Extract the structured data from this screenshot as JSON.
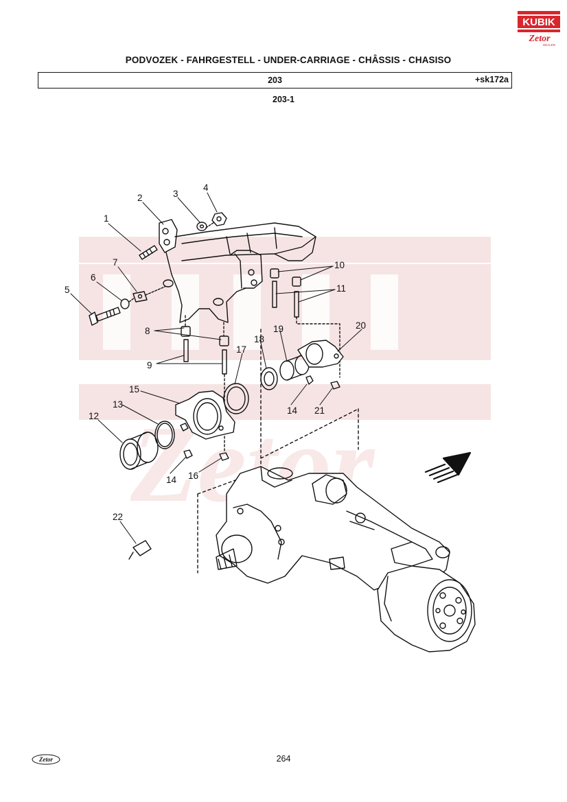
{
  "header": {
    "logo_text": "KUBIK",
    "logo_sub": "Zetor",
    "logo_dealer": "DEALER",
    "title": "PODVOZEK - FAHRGESTELL - UNDER-CARRIAGE - CHÂSSIS - CHASISO",
    "section": "203",
    "reference": "+sk172a",
    "subsection": "203-1"
  },
  "diagram": {
    "labels": [
      "1",
      "2",
      "3",
      "4",
      "5",
      "6",
      "7",
      "8",
      "9",
      "10",
      "11",
      "12",
      "13",
      "14",
      "14",
      "15",
      "16",
      "17",
      "18",
      "19",
      "20",
      "21",
      "22"
    ]
  },
  "footer": {
    "logo_text": "Zetor",
    "page_number": "264"
  },
  "colors": {
    "brand_red": "#d8262e",
    "watermark": "#f6e4e4",
    "ink": "#111111"
  }
}
